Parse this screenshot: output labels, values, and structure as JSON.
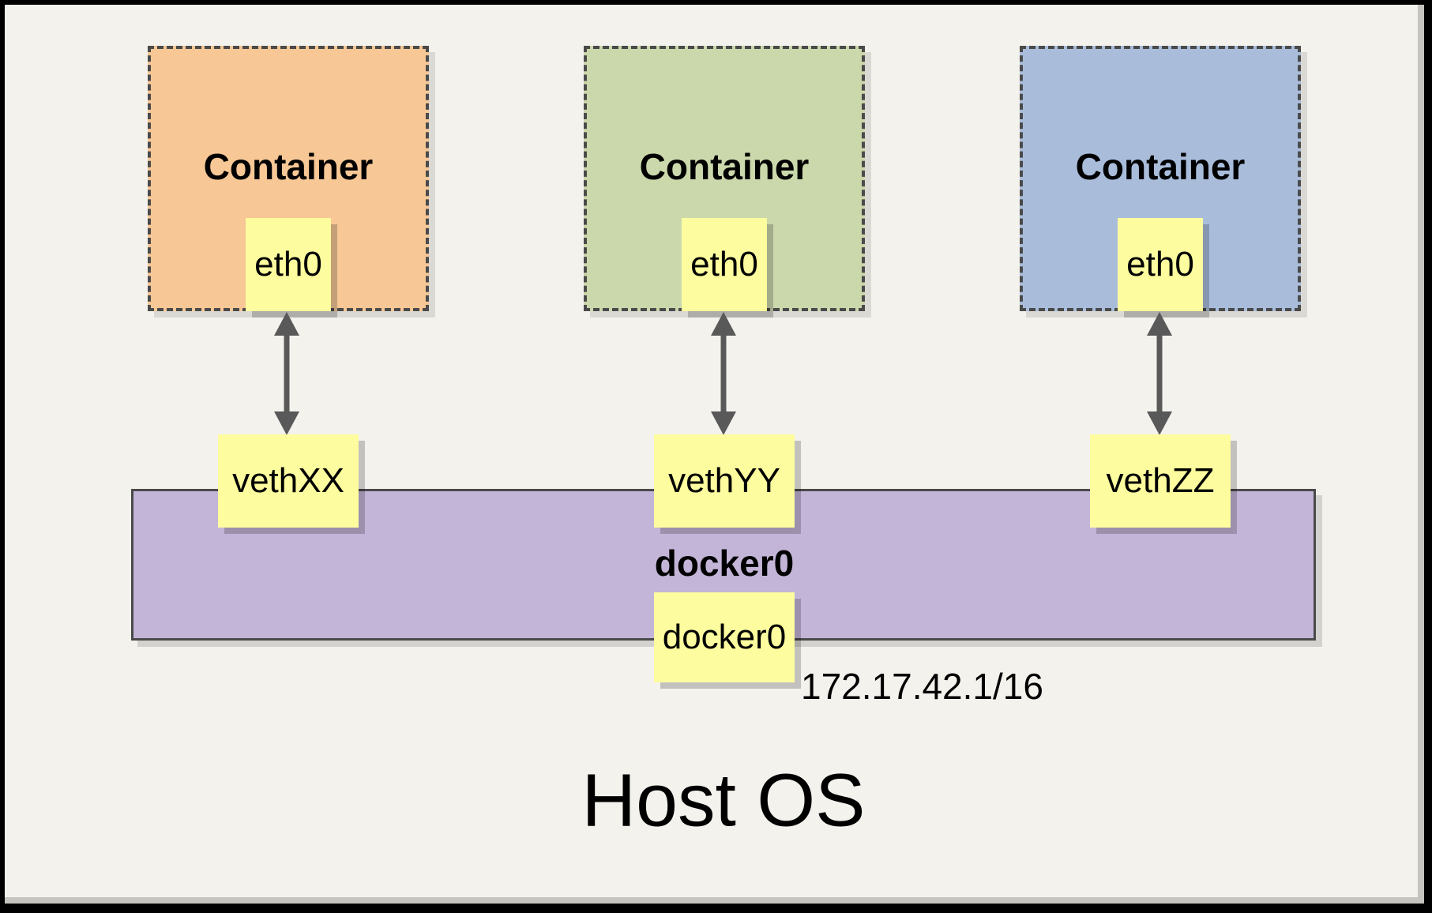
{
  "colors": {
    "background": "#f4f2ed",
    "frame": "#000000",
    "container_orange": "#f7c795",
    "container_green": "#cbd8ac",
    "container_blue": "#a9bddb",
    "interface_yellow": "#fdfc9e",
    "bridge_purple": "#c3b5d7",
    "dashed_stroke": "#4a4a4a",
    "arrow_gray": "#595959"
  },
  "containers": [
    {
      "label": "Container",
      "interface": "eth0",
      "veth": "vethXX",
      "fill": "#f7c795"
    },
    {
      "label": "Container",
      "interface": "eth0",
      "veth": "vethYY",
      "fill": "#cbd8ac"
    },
    {
      "label": "Container",
      "interface": "eth0",
      "veth": "vethZZ",
      "fill": "#a9bddb"
    }
  ],
  "bridge": {
    "name": "docker0",
    "interface": "docker0",
    "ip": "172.17.42.1/16"
  },
  "host": {
    "label": "Host OS"
  }
}
